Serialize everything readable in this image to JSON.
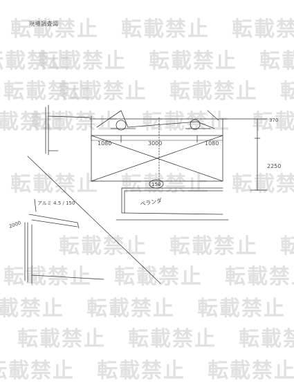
{
  "document": {
    "title": "現場調査図",
    "watermark_text": "転載禁止",
    "ink_color": "#3a3a3a",
    "watermark_color": "#c9c9c9"
  },
  "dimensions": {
    "top_left": "1080",
    "top_center": "3000",
    "top_right": "1080",
    "right_top": "370",
    "right_height": "2250",
    "circled_bottom": "150",
    "left_height": "2000"
  },
  "annotations": {
    "veranda": "ベランダ",
    "left_label": "アルミ 4.5 / 150"
  }
}
